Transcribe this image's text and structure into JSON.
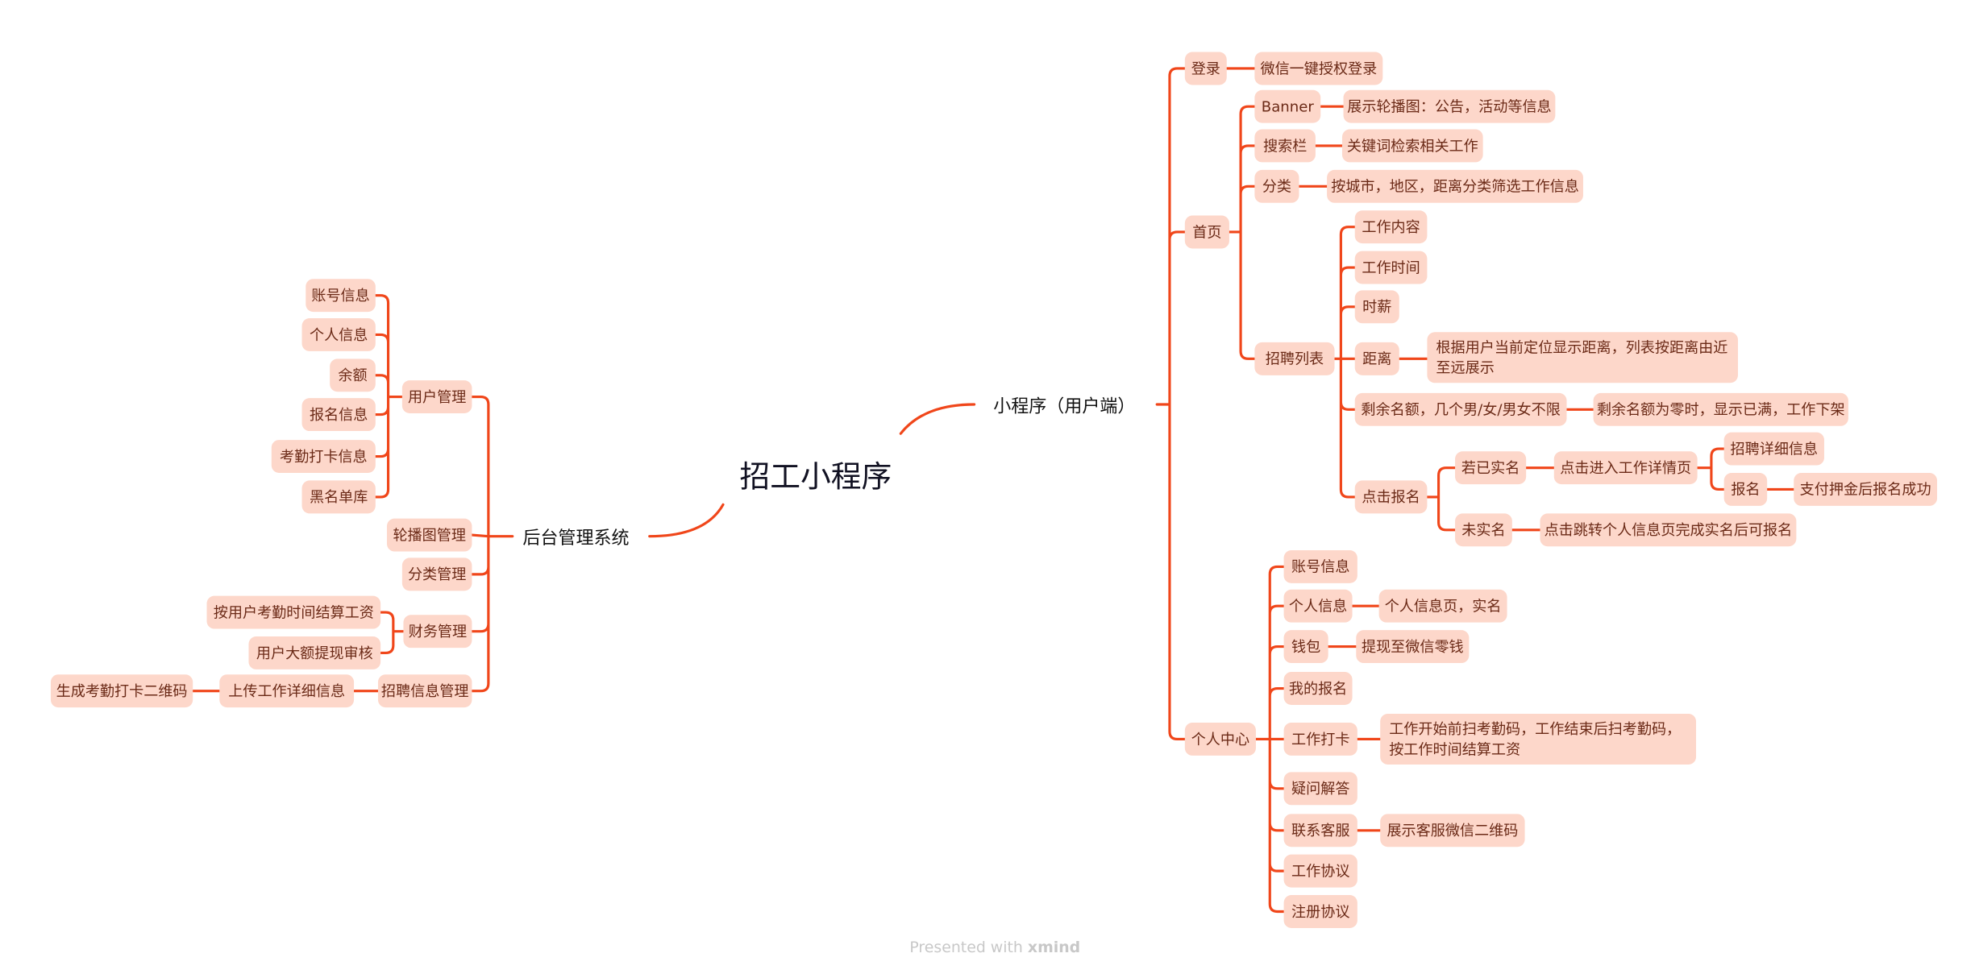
{
  "root": "招工小程序",
  "branches": {
    "miniapp": "小程序（用户端）",
    "admin": "后台管理系统"
  },
  "miniapp": {
    "login": {
      "label": "登录",
      "detail": "微信一键授权登录"
    },
    "home": {
      "label": "首页",
      "banner": {
        "label": "Banner",
        "detail": "展示轮播图：公告，活动等信息"
      },
      "search": {
        "label": "搜索栏",
        "detail": "关键词检索相关工作"
      },
      "category": {
        "label": "分类",
        "detail": "按城市，地区，距离分类筛选工作信息"
      },
      "joblist": {
        "label": "招聘列表",
        "content": "工作内容",
        "time": "工作时间",
        "wage": "时薪",
        "distance": {
          "label": "距离",
          "detail": "根据用户当前定位显示距离，列表按距离由近至远展示"
        },
        "quota": {
          "label": "剩余名额，几个男/女/男女不限",
          "detail": "剩余名额为零时，显示已满，工作下架"
        },
        "apply": {
          "label": "点击报名",
          "verified": {
            "label": "若已实名",
            "detail": "点击进入工作详情页",
            "info": "招聘详细信息",
            "signup": "报名",
            "signup_detail": "支付押金后报名成功"
          },
          "unverified": {
            "label": "未实名",
            "detail": "点击跳转个人信息页完成实名后可报名"
          }
        }
      }
    },
    "profile": {
      "label": "个人中心",
      "account": "账号信息",
      "personal": {
        "label": "个人信息",
        "detail": "个人信息页，实名"
      },
      "wallet": {
        "label": "钱包",
        "detail": "提现至微信零钱"
      },
      "my_apply": "我的报名",
      "checkin": {
        "label": "工作打卡",
        "detail": "工作开始前扫考勤码，工作结束后扫考勤码，按工作时间结算工资"
      },
      "faq": "疑问解答",
      "service": {
        "label": "联系客服",
        "detail": "展示客服微信二维码"
      },
      "work_agreement": "工作协议",
      "register_agreement": "注册协议"
    }
  },
  "admin": {
    "users": {
      "label": "用户管理",
      "items": [
        "账号信息",
        "个人信息",
        "余额",
        "报名信息",
        "考勤打卡信息",
        "黑名单库"
      ]
    },
    "banner": "轮播图管理",
    "category": "分类管理",
    "finance": {
      "label": "财务管理",
      "items": [
        "按用户考勤时间结算工资",
        "用户大额提现审核"
      ]
    },
    "recruit": {
      "label": "招聘信息管理",
      "upload": "上传工作详细信息",
      "qrcode": "生成考勤打卡二维码"
    }
  },
  "footer": {
    "prefix": "Presented with ",
    "brand": "xmind"
  },
  "colors": {
    "line": "#f0461a",
    "node_fill": "#fdd7ca",
    "node_text": "#6b2a17"
  }
}
